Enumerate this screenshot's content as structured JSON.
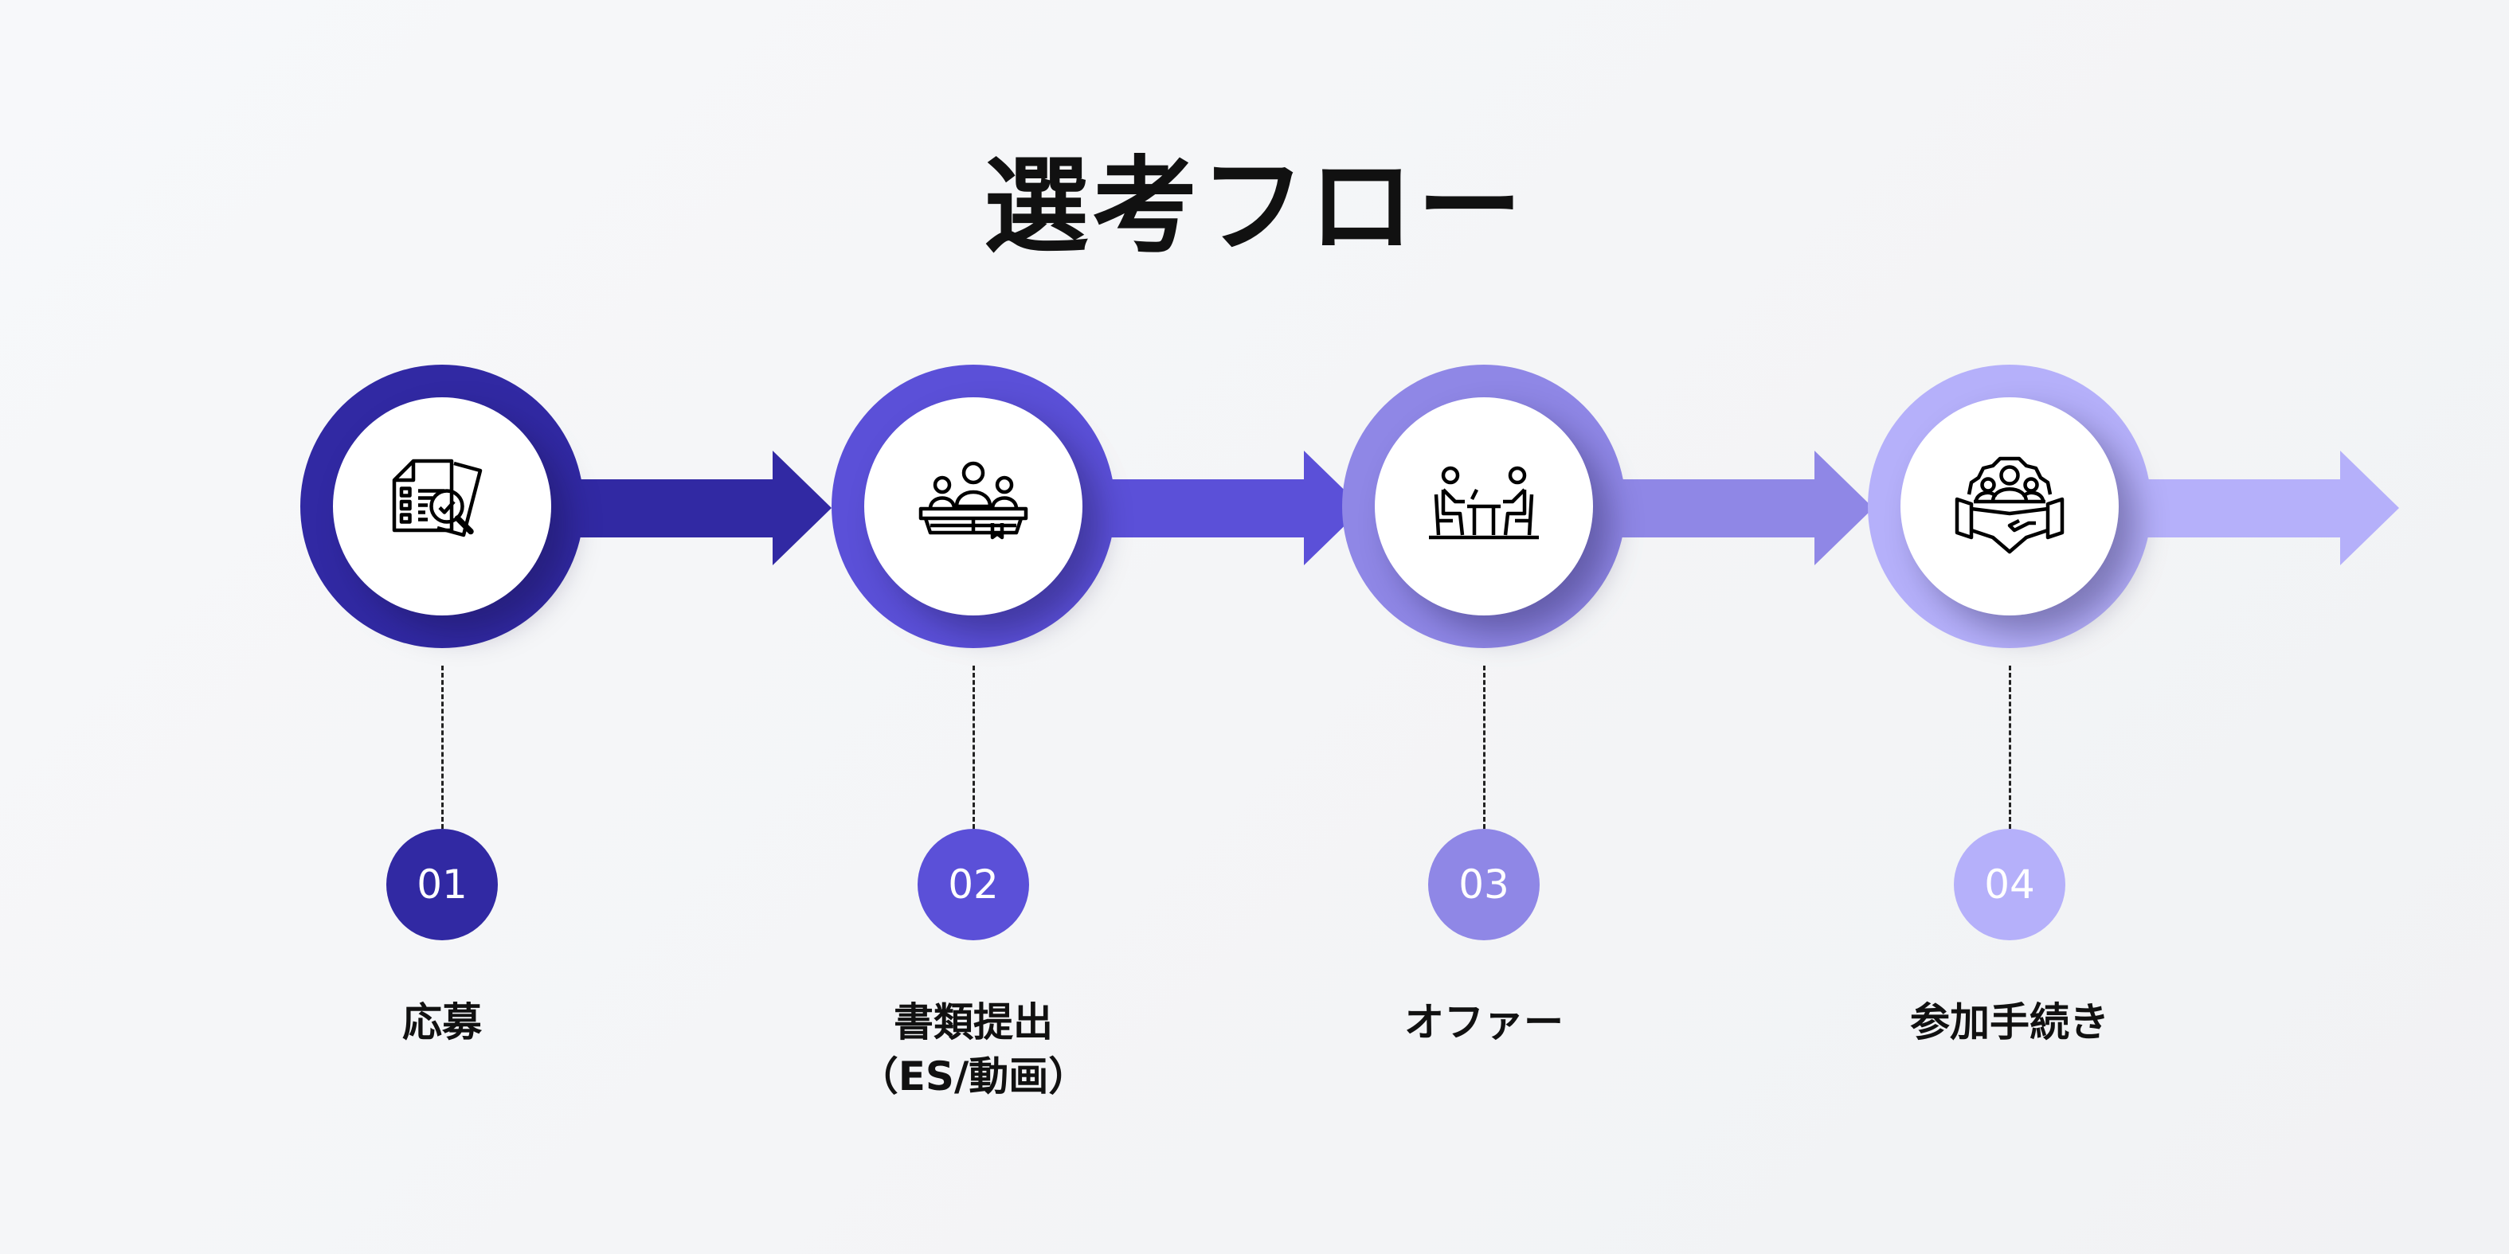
{
  "title": "選考フロー",
  "steps": [
    {
      "number": "01",
      "label": "応募",
      "sublabel": "",
      "icon": "document-search-icon",
      "color": "#3129a3"
    },
    {
      "number": "02",
      "label": "書類提出",
      "sublabel": "（ES/動画）",
      "icon": "group-presentation-icon",
      "color": "#5b50d8"
    },
    {
      "number": "03",
      "label": "オファー",
      "sublabel": "",
      "icon": "meeting-icon",
      "color": "#8f87e6"
    },
    {
      "number": "04",
      "label": "参加手続き",
      "sublabel": "",
      "icon": "handshake-team-icon",
      "color": "#b5b0fa"
    }
  ]
}
